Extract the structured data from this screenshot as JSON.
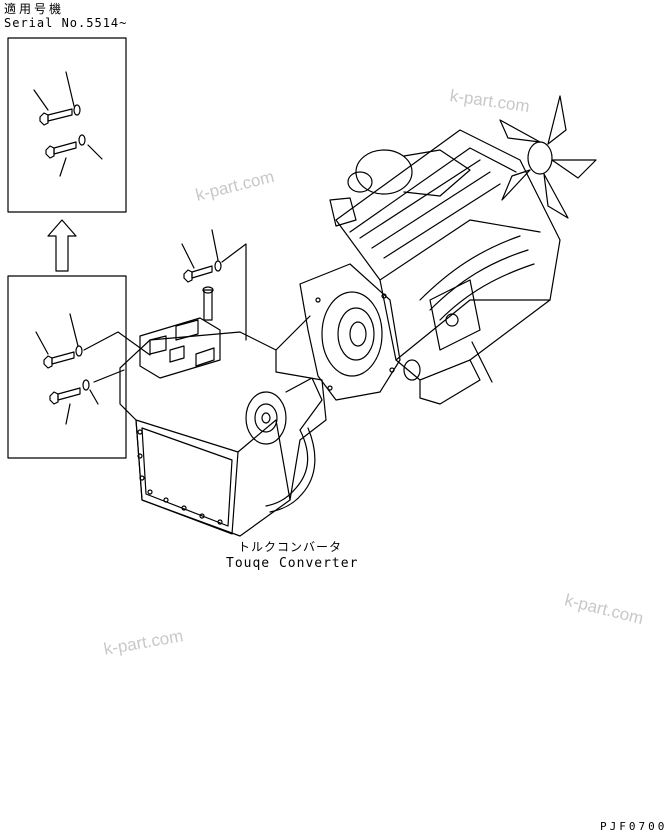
{
  "header": {
    "applicable_title": "適用号機",
    "serial_label": "Serial No.5514~"
  },
  "labels": {
    "torque_jp": "トルクコンバータ",
    "torque_en": "Touqe Converter"
  },
  "figure_code": "PJF0700",
  "watermarks": [
    "k-part.com",
    "k-part.com",
    "k-part.com",
    "k-part.com"
  ],
  "colors": {
    "line": "#000000",
    "watermark": "#c8c8c8",
    "background": "#ffffff"
  }
}
